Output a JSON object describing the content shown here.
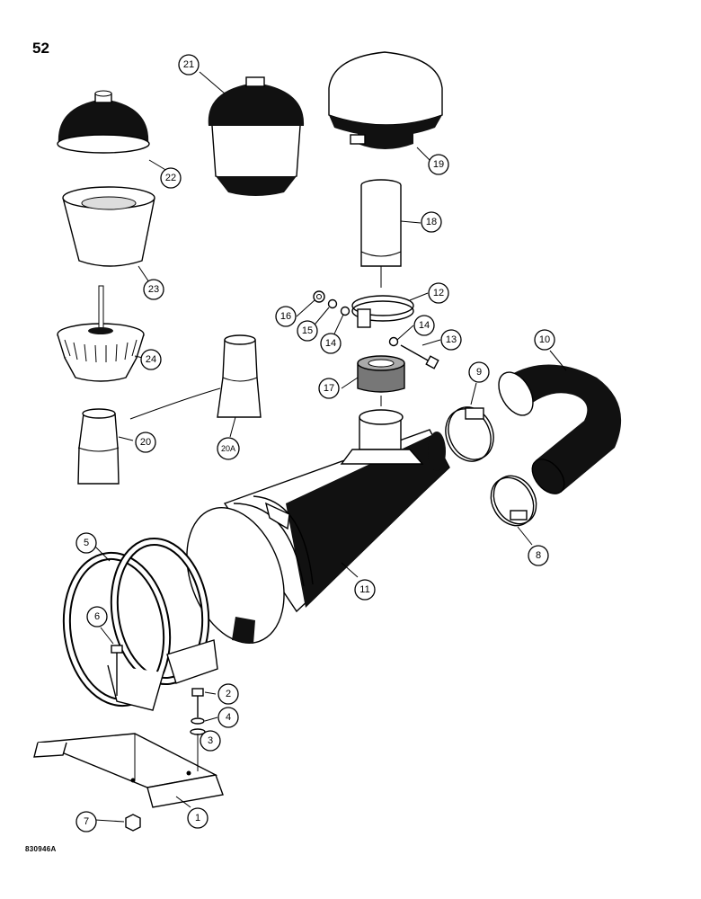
{
  "page_number": "52",
  "figure_code": "830946A",
  "callouts": [
    {
      "id": "c21",
      "label": "21"
    },
    {
      "id": "c22",
      "label": "22"
    },
    {
      "id": "c19",
      "label": "19"
    },
    {
      "id": "c18",
      "label": "18"
    },
    {
      "id": "c23",
      "label": "23"
    },
    {
      "id": "c12",
      "label": "12"
    },
    {
      "id": "c16",
      "label": "16"
    },
    {
      "id": "c15",
      "label": "15"
    },
    {
      "id": "c14a",
      "label": "14"
    },
    {
      "id": "c14b",
      "label": "14"
    },
    {
      "id": "c13",
      "label": "13"
    },
    {
      "id": "c24",
      "label": "24"
    },
    {
      "id": "c17",
      "label": "17"
    },
    {
      "id": "c10",
      "label": "10"
    },
    {
      "id": "c9",
      "label": "9"
    },
    {
      "id": "c20",
      "label": "20"
    },
    {
      "id": "c20a",
      "label": "20A"
    },
    {
      "id": "c8",
      "label": "8"
    },
    {
      "id": "c5",
      "label": "5"
    },
    {
      "id": "c11",
      "label": "11"
    },
    {
      "id": "c6",
      "label": "6"
    },
    {
      "id": "c2",
      "label": "2"
    },
    {
      "id": "c4",
      "label": "4"
    },
    {
      "id": "c3",
      "label": "3"
    },
    {
      "id": "c7",
      "label": "7"
    },
    {
      "id": "c1",
      "label": "1"
    }
  ]
}
